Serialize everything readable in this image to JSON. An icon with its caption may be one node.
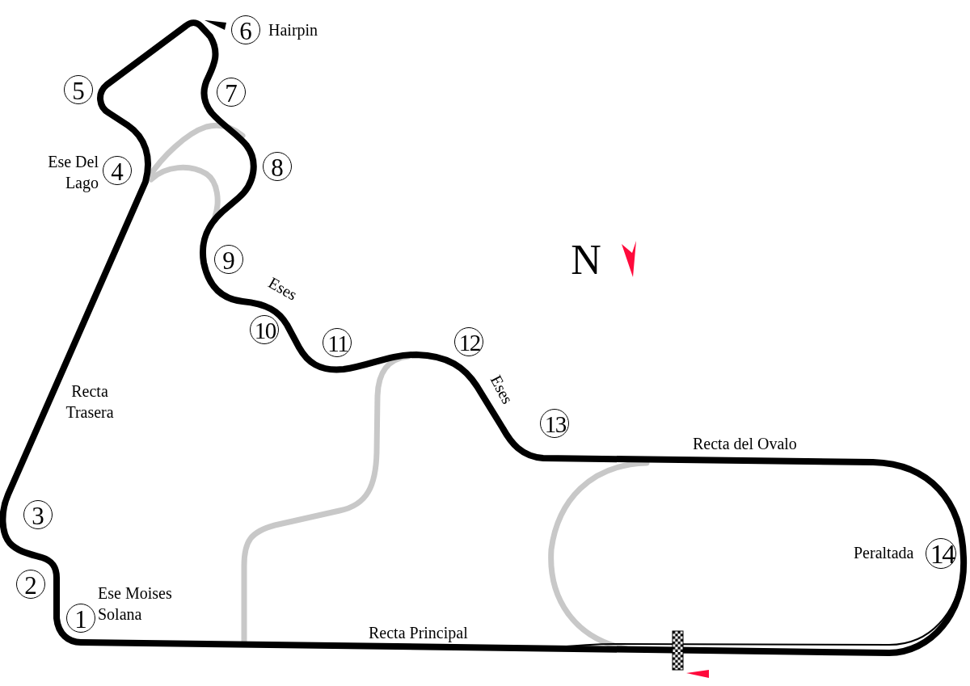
{
  "diagram": {
    "nodes": [
      {
        "text": [
          "1"
        ],
        "beside": [
          "Ese Moises Solana"
        ]
      },
      {
        "text": [
          "2"
        ]
      },
      {
        "text": [
          "3"
        ]
      },
      {
        "text": [
          "4"
        ],
        "beside": [
          "Ese Del Lago"
        ]
      },
      {
        "text": [
          "5"
        ]
      },
      {
        "text": [
          "6"
        ],
        "beside": [
          "Hairpin"
        ]
      },
      {
        "text": [
          "7"
        ]
      },
      {
        "text": [
          "8"
        ]
      },
      {
        "text": [
          "9"
        ]
      },
      {
        "text": [
          "10"
        ]
      },
      {
        "text": [
          "11"
        ]
      },
      {
        "text": [
          "12"
        ]
      },
      {
        "text": [
          "13"
        ]
      },
      {
        "text": [
          "14"
        ],
        "beside": [
          "Peraltada"
        ]
      }
    ],
    "labels": [
      "N",
      "Eses",
      "Eses",
      "Recta Trasera",
      "Recta del Ovalo",
      "Recta Principal"
    ]
  }
}
